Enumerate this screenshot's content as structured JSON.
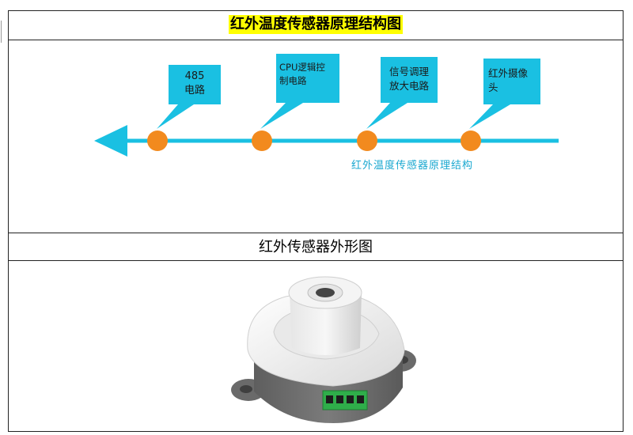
{
  "document": {
    "title": "红外温度传感器原理结构图",
    "subtitle": "红外传感器外形图"
  },
  "diagram": {
    "caption": "红外温度传感器原理结构",
    "nodes": [
      {
        "label_line1": "485",
        "label_line2": "电路"
      },
      {
        "label_line1": "CPU逻辑控",
        "label_line2": "制电路"
      },
      {
        "label_line1": "信号调理",
        "label_line2": "放大电路"
      },
      {
        "label_line1": "红外摄像",
        "label_line2": "头"
      }
    ],
    "colors": {
      "arrow": "#1ac0e2",
      "node": "#f28a1e",
      "callout": "#1ac0e2",
      "caption": "#1aa8d0"
    }
  },
  "photo": {
    "connector_pins": 4,
    "colors": {
      "housing": "#f2f2f2",
      "base": "#6f6f6f",
      "connector": "#2fae4a"
    }
  }
}
